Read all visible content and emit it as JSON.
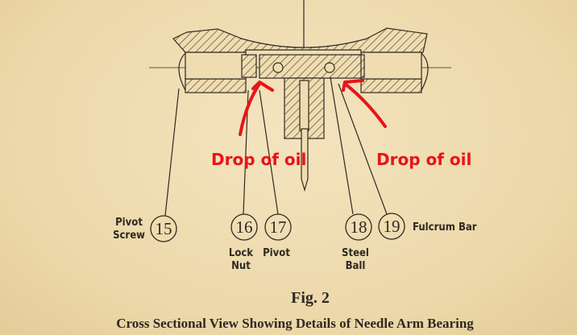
{
  "annotations": {
    "left_note": "Drop of oil",
    "right_note": "Drop of oil",
    "color": "#e8141a"
  },
  "parts": [
    {
      "number": "15",
      "label_line1": "Pivot",
      "label_line2": "Screw"
    },
    {
      "number": "16",
      "label_line1": "Lock",
      "label_line2": "Nut"
    },
    {
      "number": "17",
      "label_line1": "Pivot",
      "label_line2": ""
    },
    {
      "number": "18",
      "label_line1": "Steel",
      "label_line2": "Ball"
    },
    {
      "number": "19",
      "label_line1": "Fulcrum Bar",
      "label_line2": ""
    }
  ],
  "figure": {
    "title": "Fig. 2",
    "caption": "Cross Sectional View Showing Details of Needle Arm Bearing"
  }
}
